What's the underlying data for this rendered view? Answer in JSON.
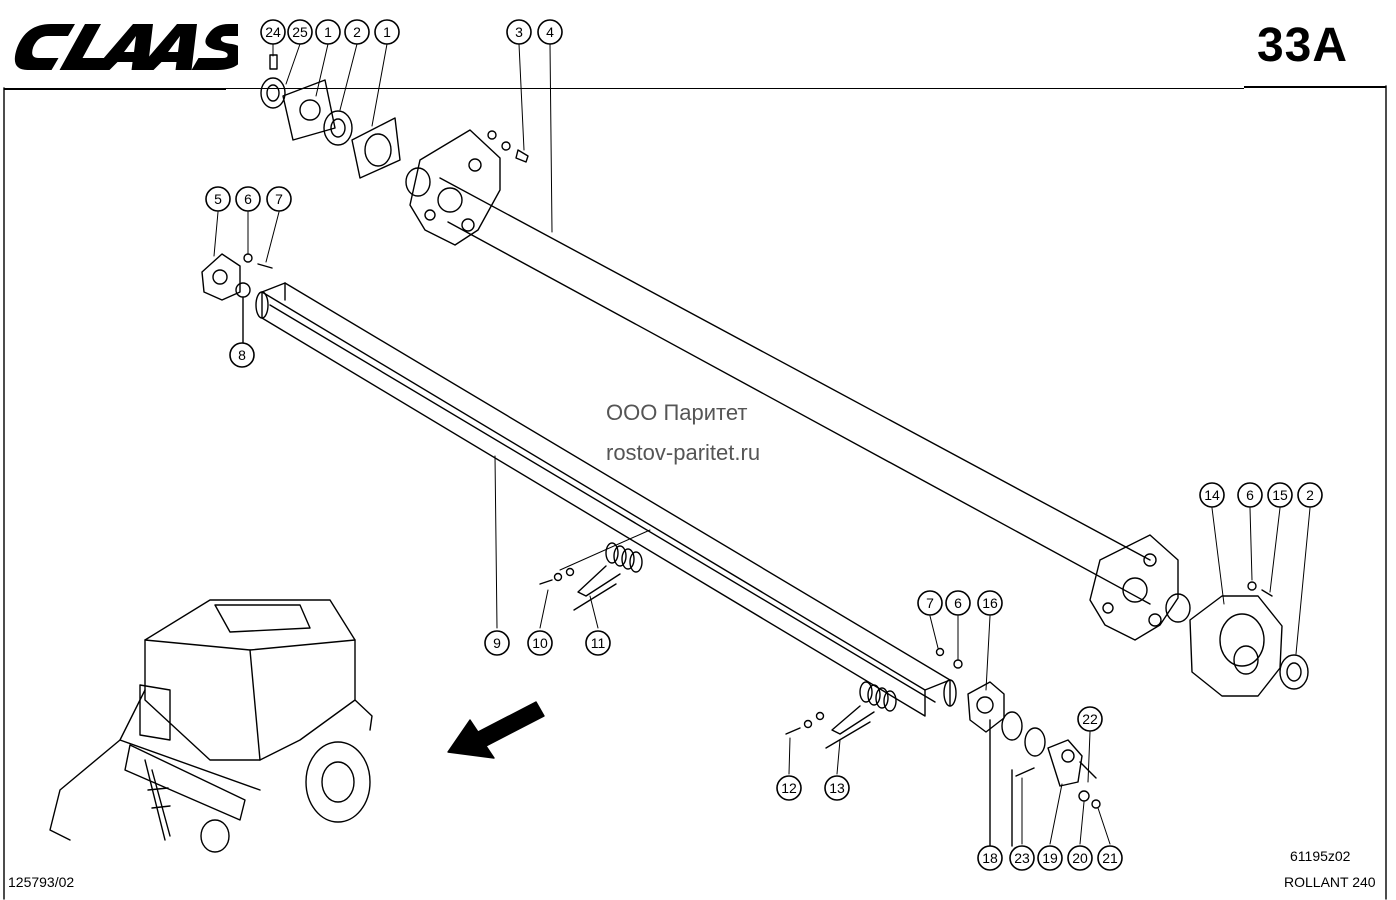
{
  "brand": "CLAAS",
  "sheet_number": "33A",
  "watermark": {
    "line1": "ООО Паритет",
    "line2": "rostov-paritet.ru"
  },
  "drawing_code": "61195z02",
  "document_code": "125793/02",
  "model": "ROLLANT 240",
  "callouts": [
    "24",
    "25",
    "1",
    "2",
    "1",
    "3",
    "4",
    "5",
    "6",
    "7",
    "8",
    "9",
    "10",
    "11",
    "12",
    "13",
    "14",
    "6",
    "15",
    "2",
    "7",
    "6",
    "16",
    "22",
    "18",
    "23",
    "19",
    "20",
    "21"
  ]
}
